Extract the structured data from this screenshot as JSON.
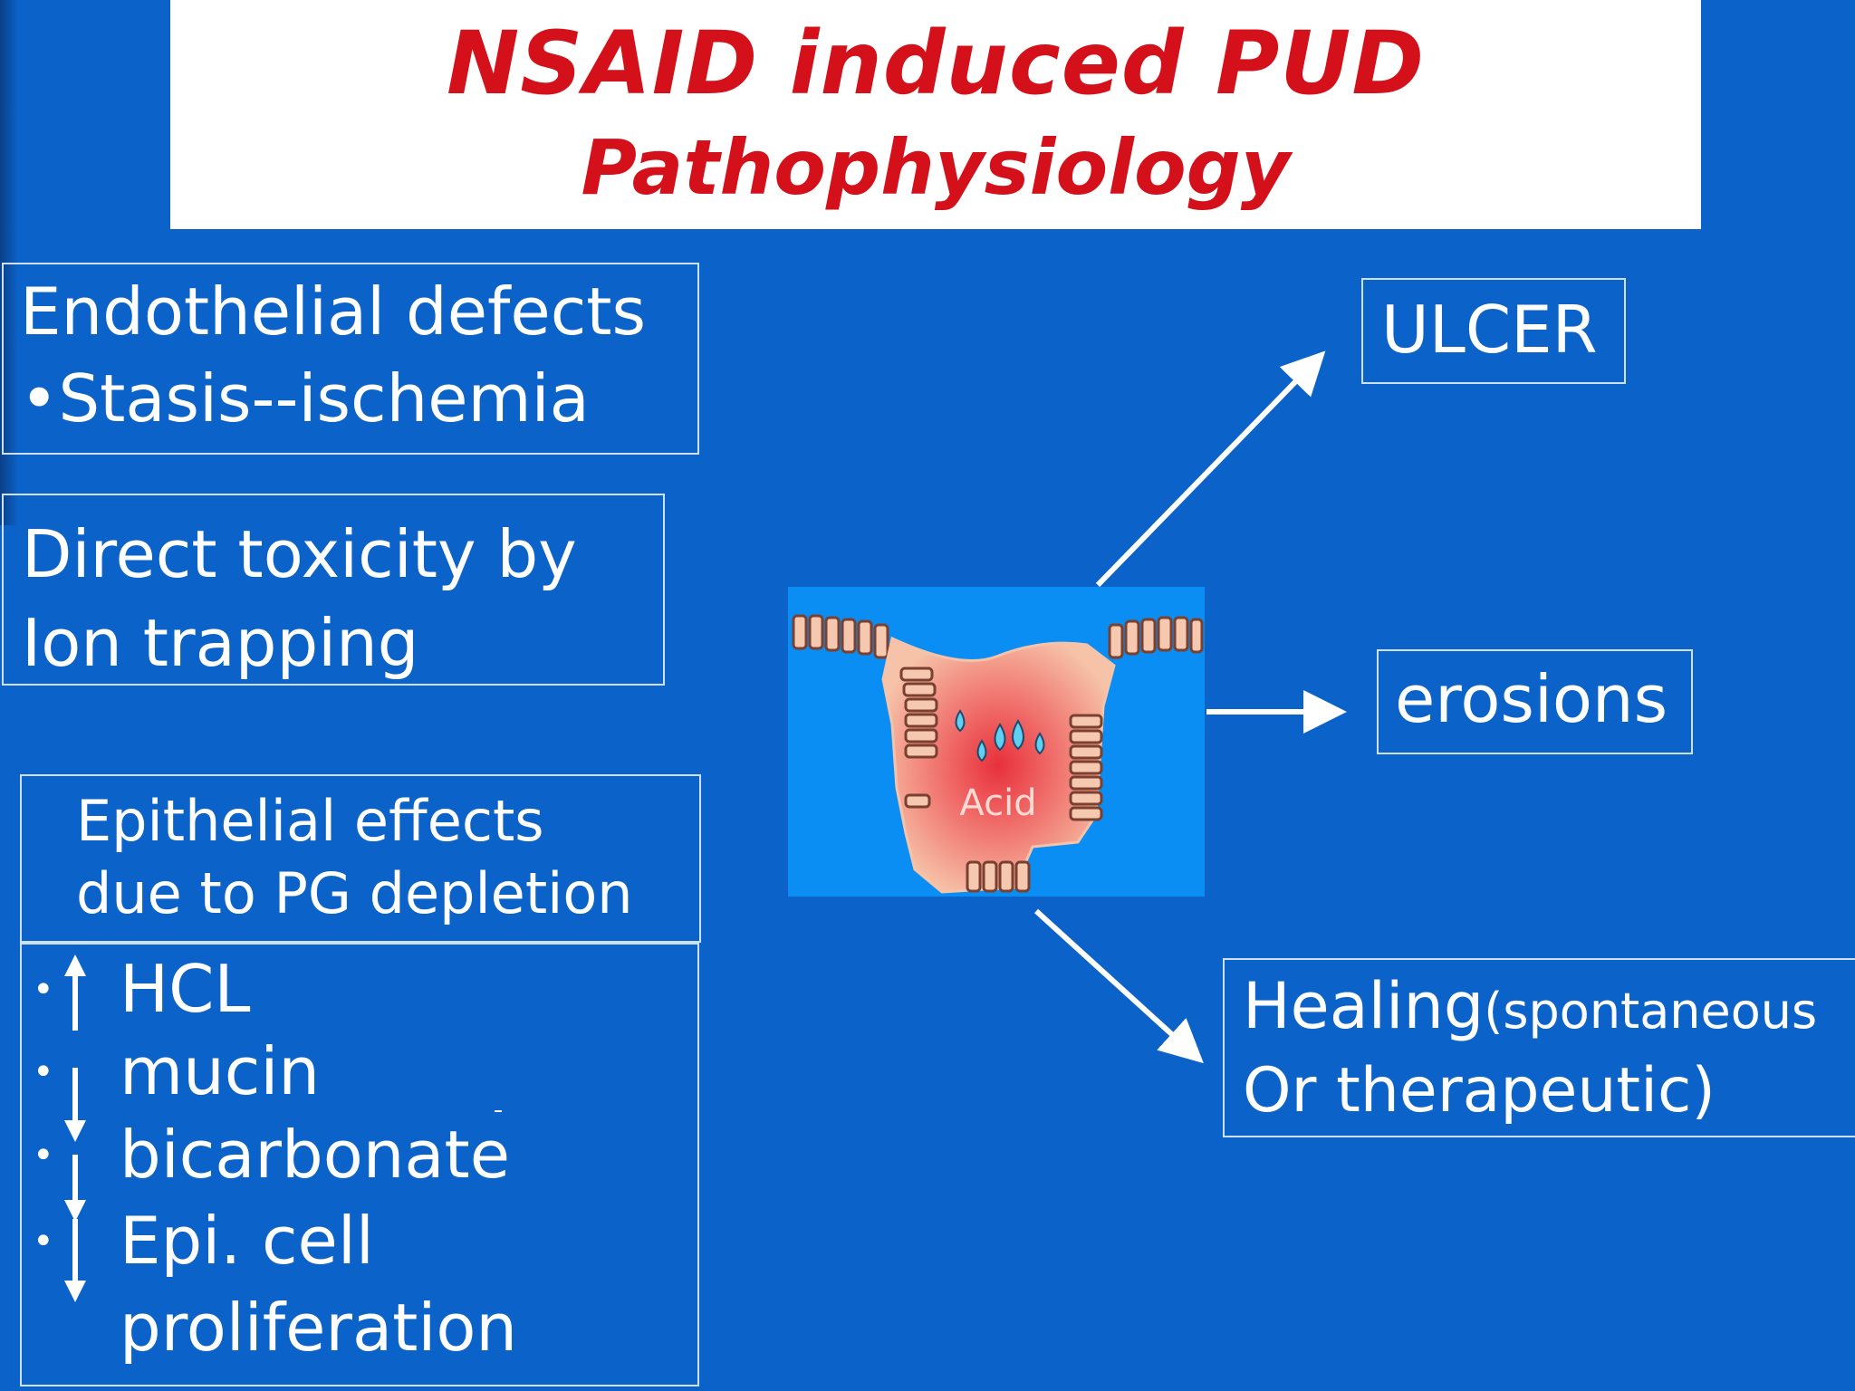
{
  "title": {
    "line1": "NSAID induced PUD",
    "line2": "Pathophysiology"
  },
  "colors": {
    "background": "#0b62c8",
    "title_text": "#d4101a",
    "title_panel": "#ffffff",
    "box_border": "#cfe0ff",
    "text": "#ffffff"
  },
  "left_boxes": {
    "endothelial": {
      "line1": "Endothelial defects",
      "line2": "•Stasis--ischemia"
    },
    "direct_toxicity": {
      "line1": "Direct toxicity by",
      "line2": "Ion trapping"
    },
    "epithelial": {
      "header_line1": "Epithelial effects",
      "header_line2": "due to PG depletion",
      "items": [
        {
          "label": "HCL",
          "direction": "up",
          "icon": "arrow-up-icon"
        },
        {
          "label": "mucin",
          "direction": "down",
          "icon": "arrow-down-icon"
        },
        {
          "label": "bicarbonate",
          "direction": "down",
          "icon": "arrow-down-icon"
        },
        {
          "label": "Epi. cell",
          "direction": "down",
          "icon": "arrow-down-icon"
        }
      ],
      "item_continuation": "proliferation"
    }
  },
  "center_image": {
    "label": "Acid"
  },
  "outcomes": {
    "ulcer": "ULCER",
    "erosions": "erosions",
    "healing_main": "Healing",
    "healing_paren": "(spontaneous",
    "healing_line2": "Or therapeutic)"
  }
}
